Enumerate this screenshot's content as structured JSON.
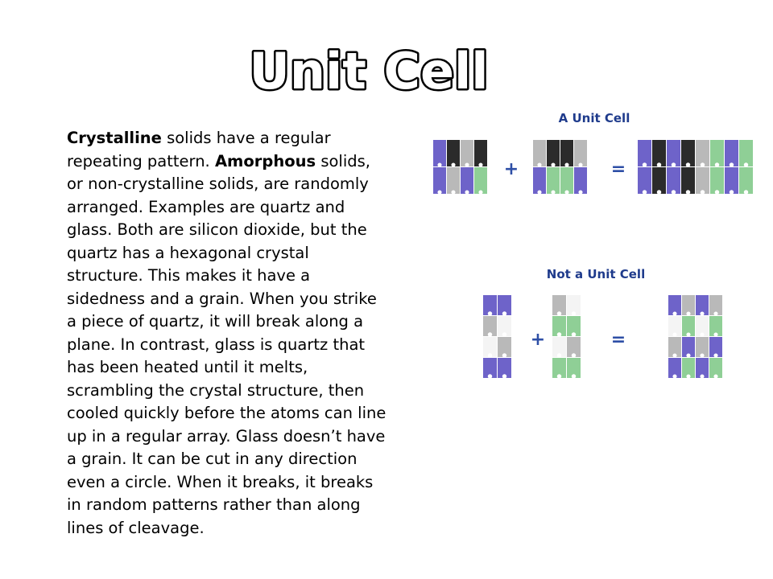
{
  "slide": {
    "title": "Unit Cell",
    "paragraph": [
      {
        "text": "Crystalline",
        "bold": true
      },
      {
        "text": " solids have a regular repeating pattern. ",
        "bold": false
      },
      {
        "text": "Amorphous",
        "bold": true
      },
      {
        "text": " solids, or non-crystalline solids, are randomly arranged. Examples are quartz and glass. Both are silicon dioxide, but the quartz has a hexagonal crystal structure. This makes it have a sidedness and a grain. When you strike a piece of quartz, it will break along a plane. In contrast, glass is quartz that has been heated until it melts, scrambling the crystal structure, then cooled quickly before the atoms can line up in a regular array.  Glass doesn’t have a grain. It can be cut in any direction even a circle. When it breaks, it breaks in random patterns rather than along lines of cleavage.",
        "bold": false
      }
    ]
  },
  "figure": {
    "top_label": "A Unit Cell",
    "bottom_label": "Not a Unit Cell",
    "plus_symbol": "+",
    "equals_symbol": "=",
    "colors": {
      "label": "#1f3b8c",
      "symbol": "#2e4fa6",
      "purple": "#6e63c9",
      "black": "#2b2b2b",
      "grey": "#b9b9b9",
      "green": "#8fcf96",
      "white": "#f4f4f4"
    }
  }
}
